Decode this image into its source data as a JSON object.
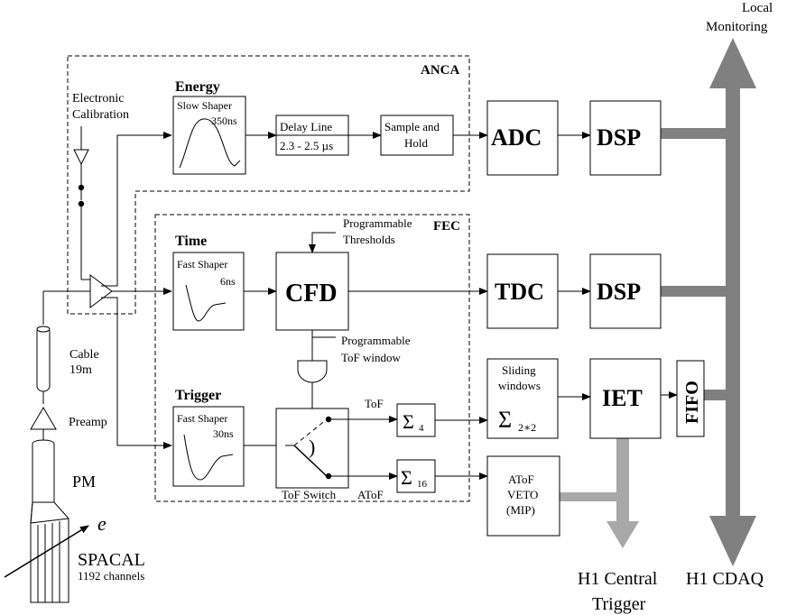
{
  "labels": {
    "local_monitoring_1": "Local",
    "local_monitoring_2": "Monitoring",
    "anca": "ANCA",
    "fec": "FEC",
    "electronic_cal_1": "Electronic",
    "electronic_cal_2": "Calibration",
    "energy": "Energy",
    "slow_shaper": "Slow Shaper",
    "slow_shaper_time": "350ns",
    "delay_line_1": "Delay  Line",
    "delay_line_2": "2.3 - 2.5",
    "delay_line_unit": "µs",
    "sample_hold_1": "Sample and",
    "sample_hold_2": "Hold",
    "adc": "ADC",
    "dsp_top": "DSP",
    "prog_thresholds_1": "Programmable",
    "prog_thresholds_2": "Thresholds",
    "time": "Time",
    "fast_shaper_time": "Fast Shaper",
    "fast_shaper_time_ns": "6ns",
    "cfd": "CFD",
    "tdc": "TDC",
    "dsp_mid": "DSP",
    "cable_1": "Cable",
    "cable_2": "19m",
    "prog_tof_1": "Programmable",
    "prog_tof_2": "ToF window",
    "trigger": "Trigger",
    "fast_shaper_trig": "Fast Shaper",
    "fast_shaper_trig_ns": "30ns",
    "tof": "ToF",
    "atof": "AToF",
    "sum4_sub": "4",
    "sum16_sub": "16",
    "sigma": "Σ",
    "sliding_1": "Sliding",
    "sliding_2": "windows",
    "sum22_sub": "2∗2",
    "iet": "IET",
    "fifo": "FIFO",
    "tof_switch": "ToF Switch",
    "switch_paren": ")",
    "atof_veto_1": "AToF",
    "atof_veto_2": "VETO",
    "atof_veto_3": "(MIP)",
    "preamp": "Preamp",
    "pm": "PM",
    "e": "e",
    "spacal": "SPACAL",
    "spacal_channels": "1192 channels",
    "h1_central_1": "H1 Central",
    "h1_central_2": "Trigger",
    "h1_cdaq": "H1 CDAQ"
  }
}
